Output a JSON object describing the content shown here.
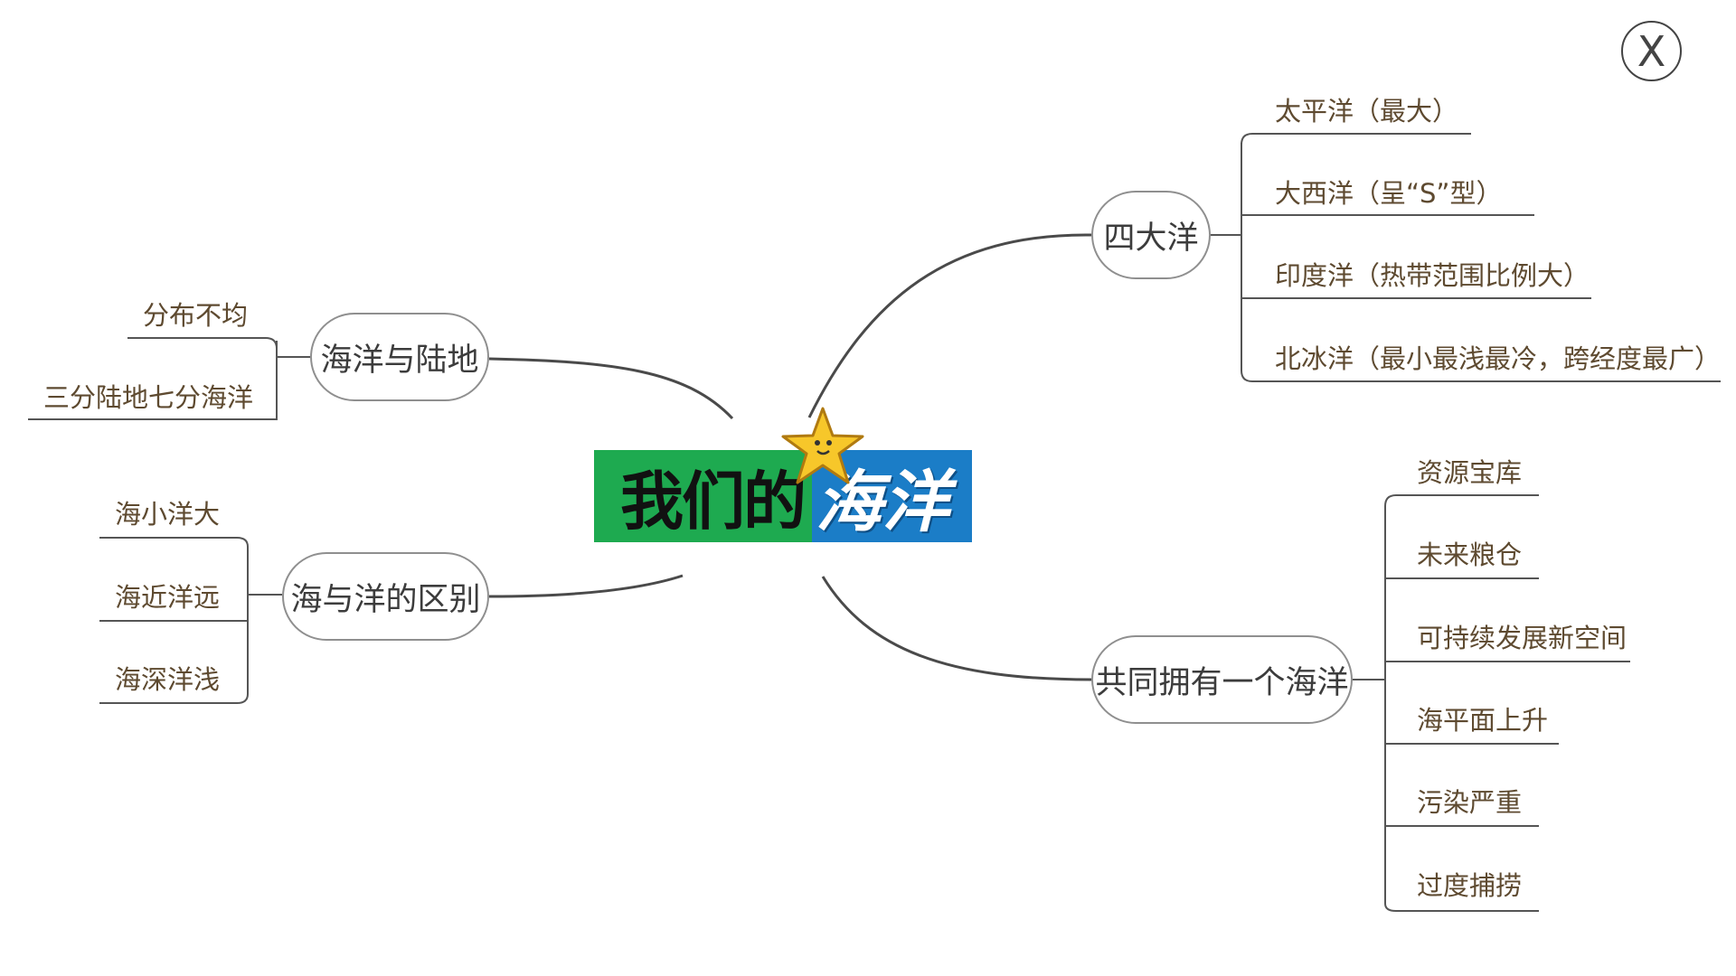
{
  "close_label": "X",
  "colors": {
    "green": "#1eaa50",
    "blue": "#1b7dc7",
    "line": "#4a4a4a",
    "text": "#5e4a30"
  },
  "center": {
    "part1": "我们的",
    "part2": "海洋"
  },
  "branches": {
    "four_oceans": {
      "label": "四大洋",
      "items": [
        "太平洋（最大）",
        "大西洋（呈“S”型）",
        "印度洋（热带范围比例大）",
        "北冰洋（最小最浅最冷，跨经度最广）"
      ]
    },
    "sea_land": {
      "label": "海洋与陆地",
      "items": [
        "分布不均",
        "三分陆地七分海洋"
      ]
    },
    "sea_vs_ocean": {
      "label": "海与洋的区别",
      "items": [
        "海小洋大",
        "海近洋远",
        "海深洋浅"
      ]
    },
    "shared_ocean": {
      "label": "共同拥有一个海洋",
      "items": [
        "资源宝库",
        "未来粮仓",
        "可持续发展新空间",
        "海平面上升",
        "污染严重",
        "过度捕捞"
      ]
    }
  }
}
